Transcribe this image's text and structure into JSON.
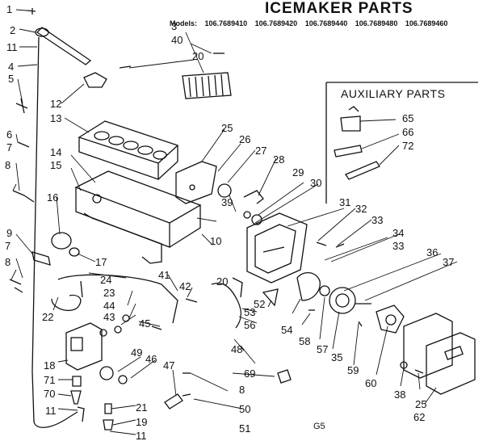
{
  "title": "ICEMAKER PARTS",
  "models": {
    "label": "Models:",
    "list": [
      "106.7689410",
      "106.7689420",
      "106.7689440",
      "106.7689480",
      "106.7689460"
    ]
  },
  "auxiliary": {
    "title": "AUXILIARY PARTS"
  },
  "figure_ref": "G5",
  "callouts": [
    "1",
    "2",
    "11",
    "4",
    "5",
    "6",
    "7",
    "8",
    "9",
    "7",
    "8",
    "12",
    "13",
    "14",
    "15",
    "16",
    "17",
    "3",
    "40",
    "20",
    "25",
    "26",
    "27",
    "28",
    "29",
    "30",
    "31",
    "32",
    "33",
    "34",
    "33",
    "36",
    "37",
    "39",
    "10",
    "20",
    "24",
    "23",
    "44",
    "43",
    "45",
    "41",
    "42",
    "22",
    "18",
    "71",
    "70",
    "11",
    "21",
    "19",
    "11",
    "49",
    "46",
    "47",
    "52",
    "53",
    "56",
    "48",
    "69",
    "8",
    "50",
    "51",
    "54",
    "58",
    "57",
    "35",
    "59",
    "60",
    "38",
    "25",
    "62",
    "65",
    "66",
    "72"
  ]
}
